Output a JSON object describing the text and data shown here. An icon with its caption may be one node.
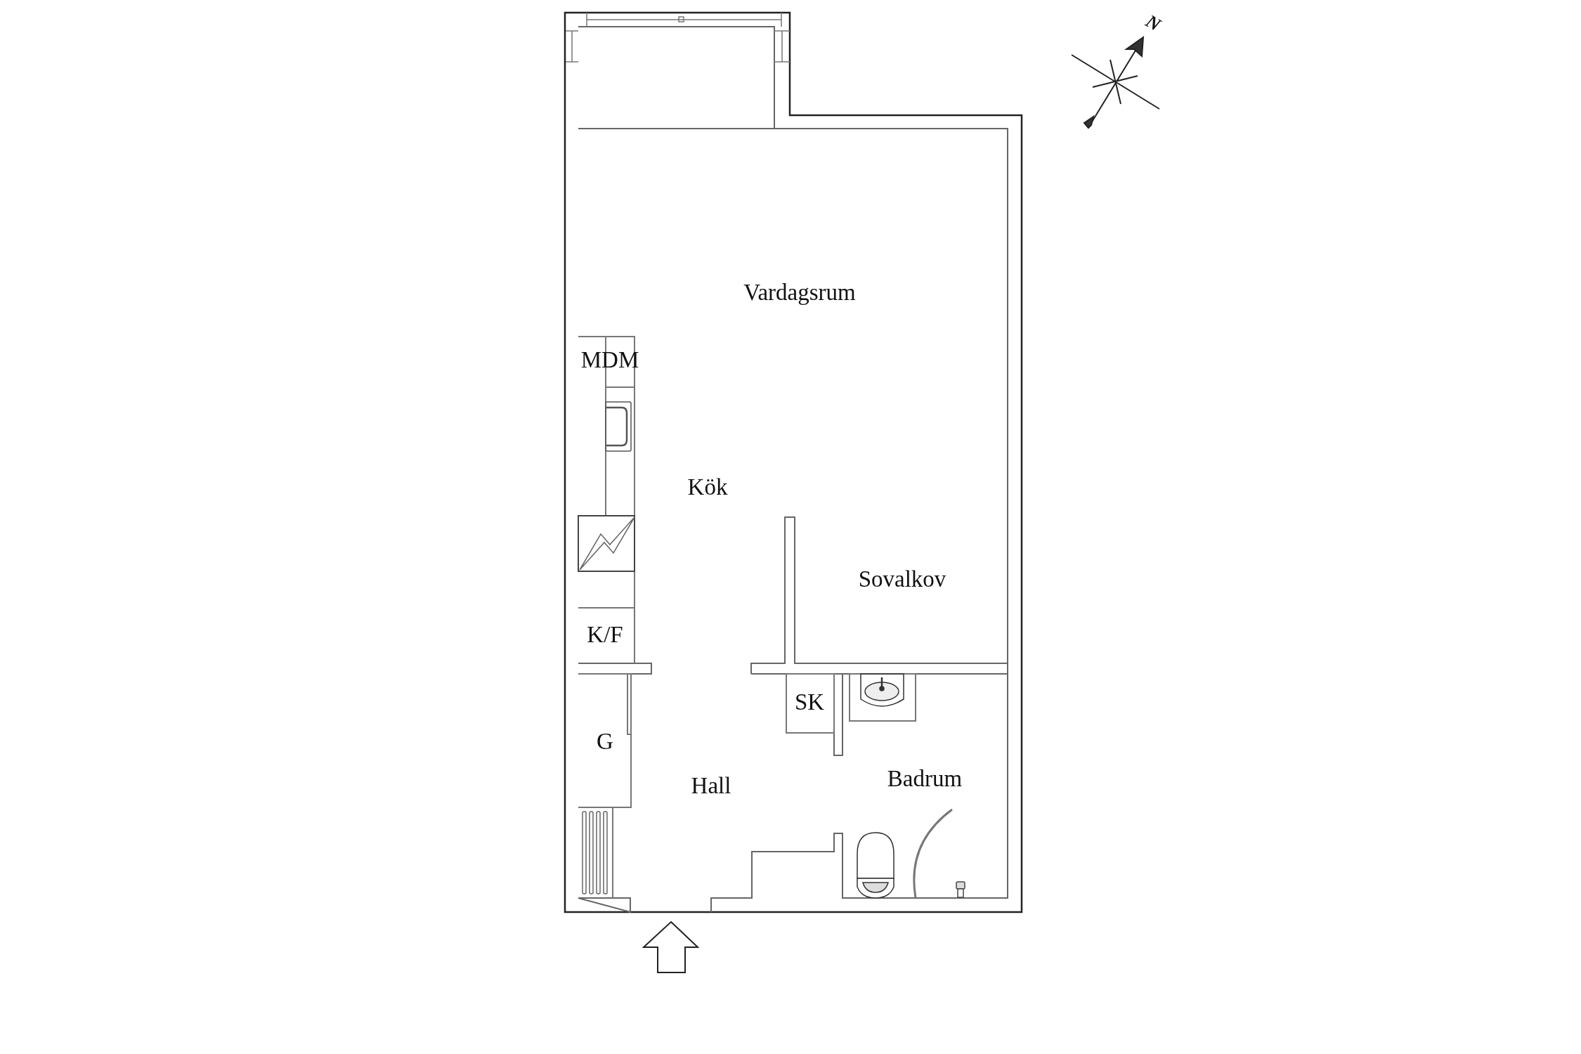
{
  "diagram": {
    "labels": [
      "N",
      "Vardagsrum",
      "MDM",
      "Kök",
      "Sovalkov",
      "K/F",
      "SK",
      "G",
      "Hall",
      "Badrum"
    ]
  }
}
